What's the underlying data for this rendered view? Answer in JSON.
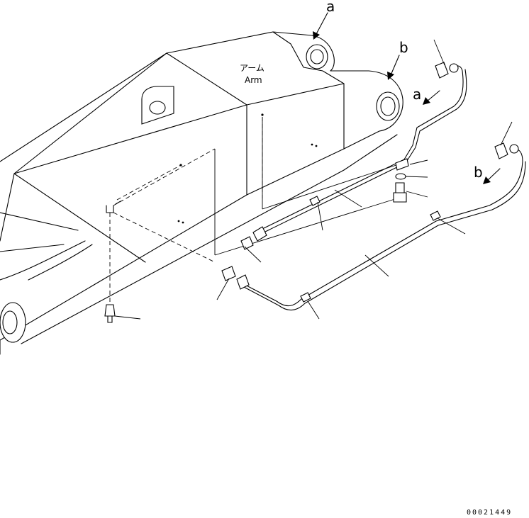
{
  "labels": {
    "callout_a": "a",
    "callout_b": "b",
    "arm_jp": "アーム",
    "arm_en": "Arm"
  },
  "drawing_code": "00021449"
}
